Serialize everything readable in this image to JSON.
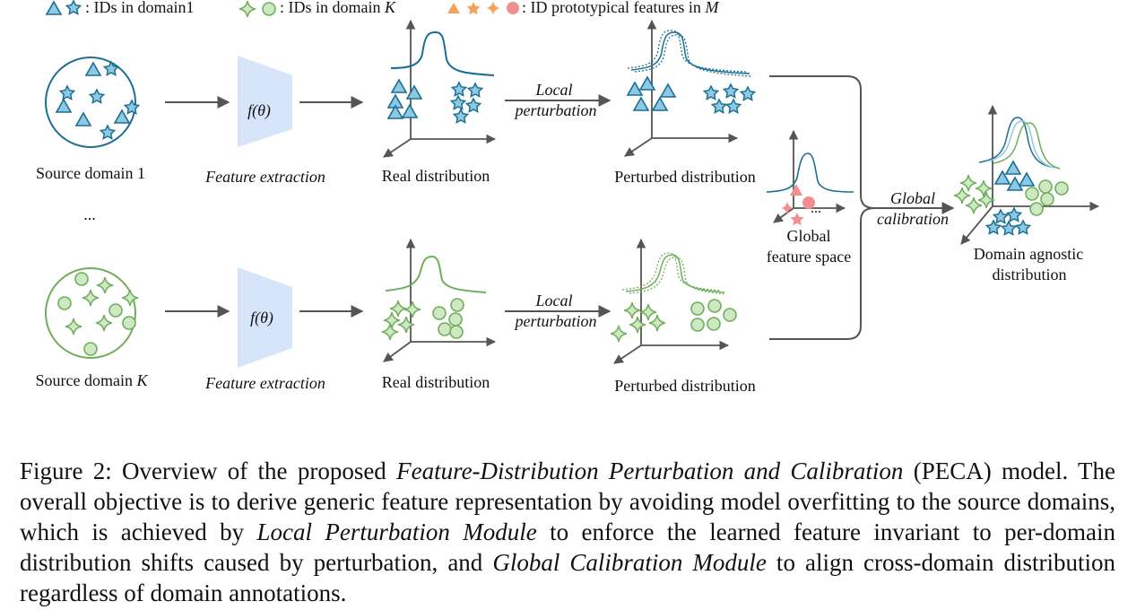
{
  "legend": {
    "domain1": ": IDs in domain1",
    "domainK_prefix": ": IDs in domain ",
    "domainK_var": "K",
    "proto_prefix": ": ID prototypical features in ",
    "proto_var": "M"
  },
  "top": {
    "source": "Source domain 1",
    "f": "f(θ)",
    "feature": "Feature extraction",
    "real": "Real distribution",
    "perturbed": "Perturbed distribution",
    "local1": "Local",
    "local2": "perturbation"
  },
  "bottom": {
    "source_prefix": "Source domain ",
    "source_var": "K",
    "f": "f(θ)",
    "feature": "Feature extraction",
    "real": "Real distribution",
    "perturbed": "Perturbed distribution",
    "local1": "Local",
    "local2": "perturbation"
  },
  "ellipsis": "...",
  "global_space": {
    "line1": "Global",
    "line2": "feature space",
    "dots": "..."
  },
  "global_calib": {
    "line1": "Global",
    "line2": "calibration"
  },
  "agnostic": {
    "line1": "Domain agnostic",
    "line2": "distribution"
  },
  "colors": {
    "blue": "#1b6f94",
    "blue_fill": "#8ec9e3",
    "green": "#6fae5a",
    "green_fill": "#cfe8c4",
    "pink": "#ef8f8f",
    "orange": "#f2a35e",
    "extract": "#d6e5fa",
    "arrow": "#555555"
  },
  "caption": {
    "p1": "Figure 2: Overview of the proposed ",
    "i1": "Feature-Distribution Perturbation and Calibration",
    "p2": " (PECA) model. The overall objective is to derive generic feature representation by avoiding model overfitting to the source domains, which is achieved by ",
    "i2": "Local Perturbation Module",
    "p3": " to enforce the learned feature invariant to per-domain distribution shifts caused by perturbation, and ",
    "i3": "Global Calibration Module",
    "p4": " to align cross-domain distribution regardless of domain annotations."
  }
}
